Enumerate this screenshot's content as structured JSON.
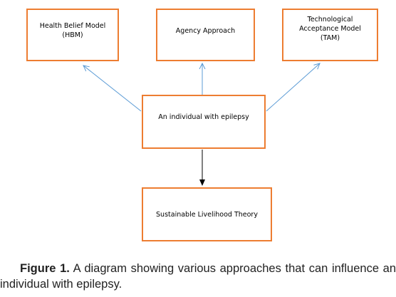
{
  "diagram": {
    "nodes": {
      "hbm": "Health Belief Model\n(HBM)",
      "agency": "Agency Approach",
      "tam": "Technological\nAcceptance Model\n(TAM)",
      "individual": "An individual with epilepsy",
      "slt": "Sustainable Livelihood Theory"
    },
    "colors": {
      "box_border": "#ed7d31",
      "arrow_blue": "#5b9bd5",
      "arrow_black": "#000000"
    }
  },
  "caption": {
    "label": "Figure 1.",
    "text": "A diagram showing various approaches that can influence an individual with epilepsy."
  }
}
